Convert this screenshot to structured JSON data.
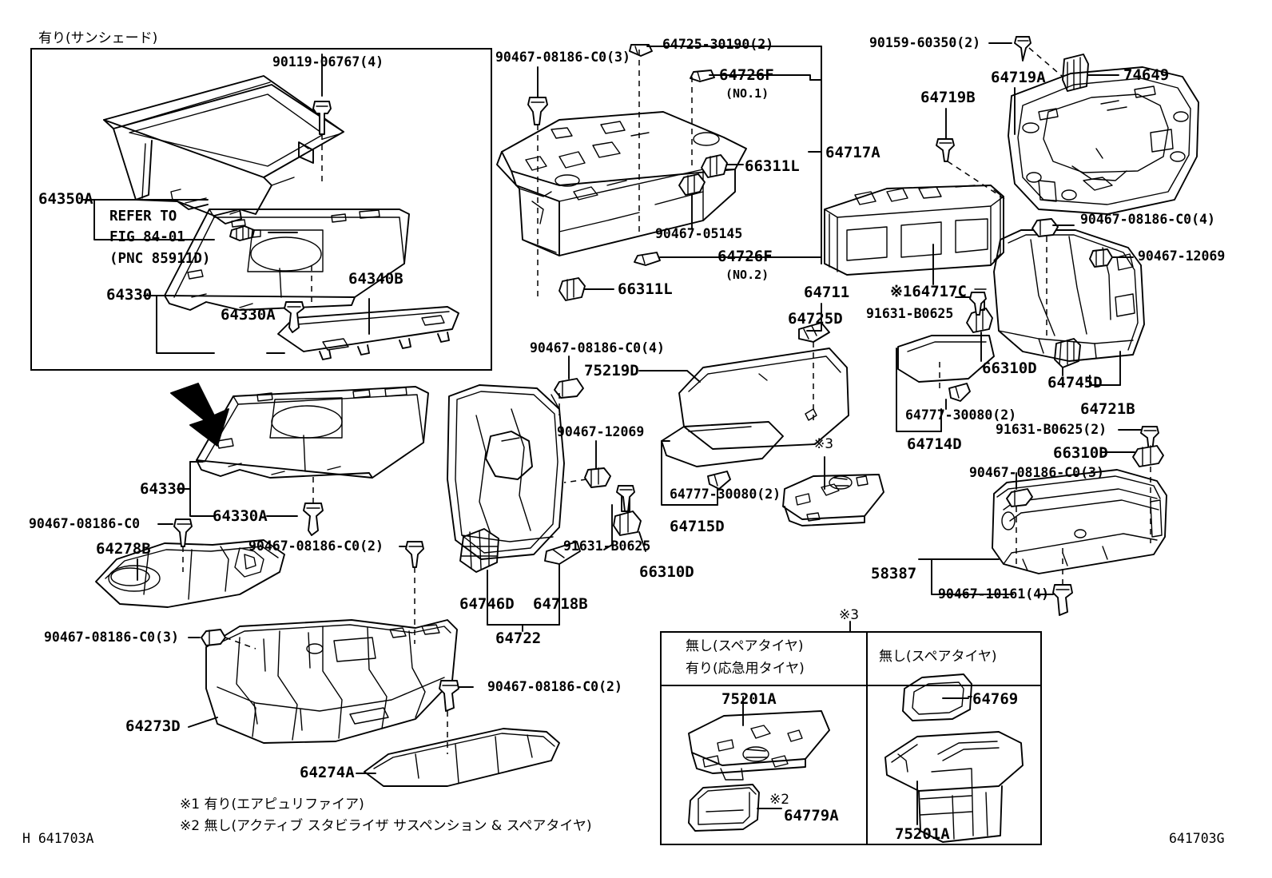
{
  "diagram": {
    "sheet_id_left": "H 641703A",
    "sheet_id_right": "641703G",
    "inset_title_sunshade": "有り(サンシェード)",
    "refer_note": {
      "line1": "REFER TO",
      "line2": "FIG 84-01",
      "line3": "(PNC 85911D)"
    },
    "footnotes": [
      "※1 有り(エアピュリファイア)",
      "※2 無し(アクティブ スタビライザ サスペンション & スペアタイヤ)"
    ],
    "markers": {
      "m3_top": "※3",
      "m3_mid": "※3",
      "m2": "※2"
    },
    "spare_tire_table": {
      "header_note": "※3",
      "columns": [
        {
          "title_line1": "無し(スペアタイヤ)",
          "title_line2": "有り(応急用タイヤ)"
        },
        {
          "title_line1": "無し(スペアタイヤ)",
          "title_line2": ""
        }
      ],
      "cells": [
        {
          "parts": [
            "75201A",
            "64779A"
          ]
        },
        {
          "parts": [
            "64769",
            "75201A"
          ]
        }
      ]
    }
  },
  "labels": {
    "sunshade_panel": [
      {
        "id": "l_90119",
        "text": "90119-06767(4)"
      },
      {
        "id": "l_64350A",
        "text": "64350A"
      },
      {
        "id": "l_64330",
        "text": "64330"
      },
      {
        "id": "l_64330A",
        "text": "64330A"
      },
      {
        "id": "l_64340B",
        "text": "64340B"
      }
    ],
    "center_top": [
      {
        "id": "l_90467_08186_3a",
        "text": "90467-08186-C0(3)"
      },
      {
        "id": "l_64725_30190",
        "text": "64725-30190(2)"
      },
      {
        "id": "l_64726F_1",
        "text": "64726F"
      },
      {
        "id": "l_64726F_1_no",
        "text": "(NO.1)"
      },
      {
        "id": "l_66311L_a",
        "text": "66311L"
      },
      {
        "id": "l_64717A",
        "text": "64717A"
      },
      {
        "id": "l_90467_05145",
        "text": "90467-05145"
      },
      {
        "id": "l_64726F_2",
        "text": "64726F"
      },
      {
        "id": "l_64726F_2_no",
        "text": "(NO.2)"
      },
      {
        "id": "l_66311L_b",
        "text": "66311L"
      }
    ],
    "right_top": [
      {
        "id": "l_90159",
        "text": "90159-60350(2)"
      },
      {
        "id": "l_64719A",
        "text": "64719A"
      },
      {
        "id": "l_64719B",
        "text": "64719B"
      },
      {
        "id": "l_74649",
        "text": "74649"
      },
      {
        "id": "l_90467_08186_4b",
        "text": "90467-08186-C0(4)"
      },
      {
        "id": "l_90467_12069_r",
        "text": "90467-12069"
      }
    ],
    "center_mid": [
      {
        "id": "l_64711",
        "text": "64711"
      },
      {
        "id": "l_64725D",
        "text": "64725D"
      },
      {
        "id": "l_164717C",
        "text": "※164717C"
      },
      {
        "id": "l_91631_b0625_a",
        "text": "91631-B0625"
      },
      {
        "id": "l_90467_08186_4a",
        "text": "90467-08186-C0(4)"
      },
      {
        "id": "l_75219D",
        "text": "75219D"
      },
      {
        "id": "l_90467_12069_c",
        "text": "90467-12069"
      },
      {
        "id": "l_64777_30080_b",
        "text": "64777-30080(2)"
      },
      {
        "id": "l_64715D",
        "text": "64715D"
      },
      {
        "id": "l_91631_b0625_b",
        "text": "91631-B0625"
      },
      {
        "id": "l_66310D_c",
        "text": "66310D"
      },
      {
        "id": "l_64746D",
        "text": "64746D"
      },
      {
        "id": "l_64718B",
        "text": "64718B"
      },
      {
        "id": "l_64722",
        "text": "64722"
      }
    ],
    "right_mid": [
      {
        "id": "l_66310D_a",
        "text": "66310D"
      },
      {
        "id": "l_64745D",
        "text": "64745D"
      },
      {
        "id": "l_64721B",
        "text": "64721B"
      },
      {
        "id": "l_64777_30080_a",
        "text": "64777-30080(2)"
      },
      {
        "id": "l_64714D",
        "text": "64714D"
      },
      {
        "id": "l_91631_b0625_2",
        "text": "91631-B0625(2)"
      },
      {
        "id": "l_66310D_b",
        "text": "66310D"
      },
      {
        "id": "l_90467_08186_3b",
        "text": "90467-08186-C0(3)"
      },
      {
        "id": "l_58387",
        "text": "58387"
      },
      {
        "id": "l_90467_10161",
        "text": "90467-10161(4)"
      }
    ],
    "lower_left": [
      {
        "id": "l_64330_b",
        "text": "64330"
      },
      {
        "id": "l_64330A_b",
        "text": "64330A"
      },
      {
        "id": "l_90467_08186_c0",
        "text": "90467-08186-C0"
      },
      {
        "id": "l_64278B",
        "text": "64278B"
      },
      {
        "id": "l_90467_08186_2a",
        "text": "90467-08186-C0(2)"
      },
      {
        "id": "l_90467_08186_3c",
        "text": "90467-08186-C0(3)"
      },
      {
        "id": "l_64273D",
        "text": "64273D"
      },
      {
        "id": "l_90467_08186_2b",
        "text": "90467-08186-C0(2)"
      },
      {
        "id": "l_64274A",
        "text": "64274A"
      }
    ]
  }
}
